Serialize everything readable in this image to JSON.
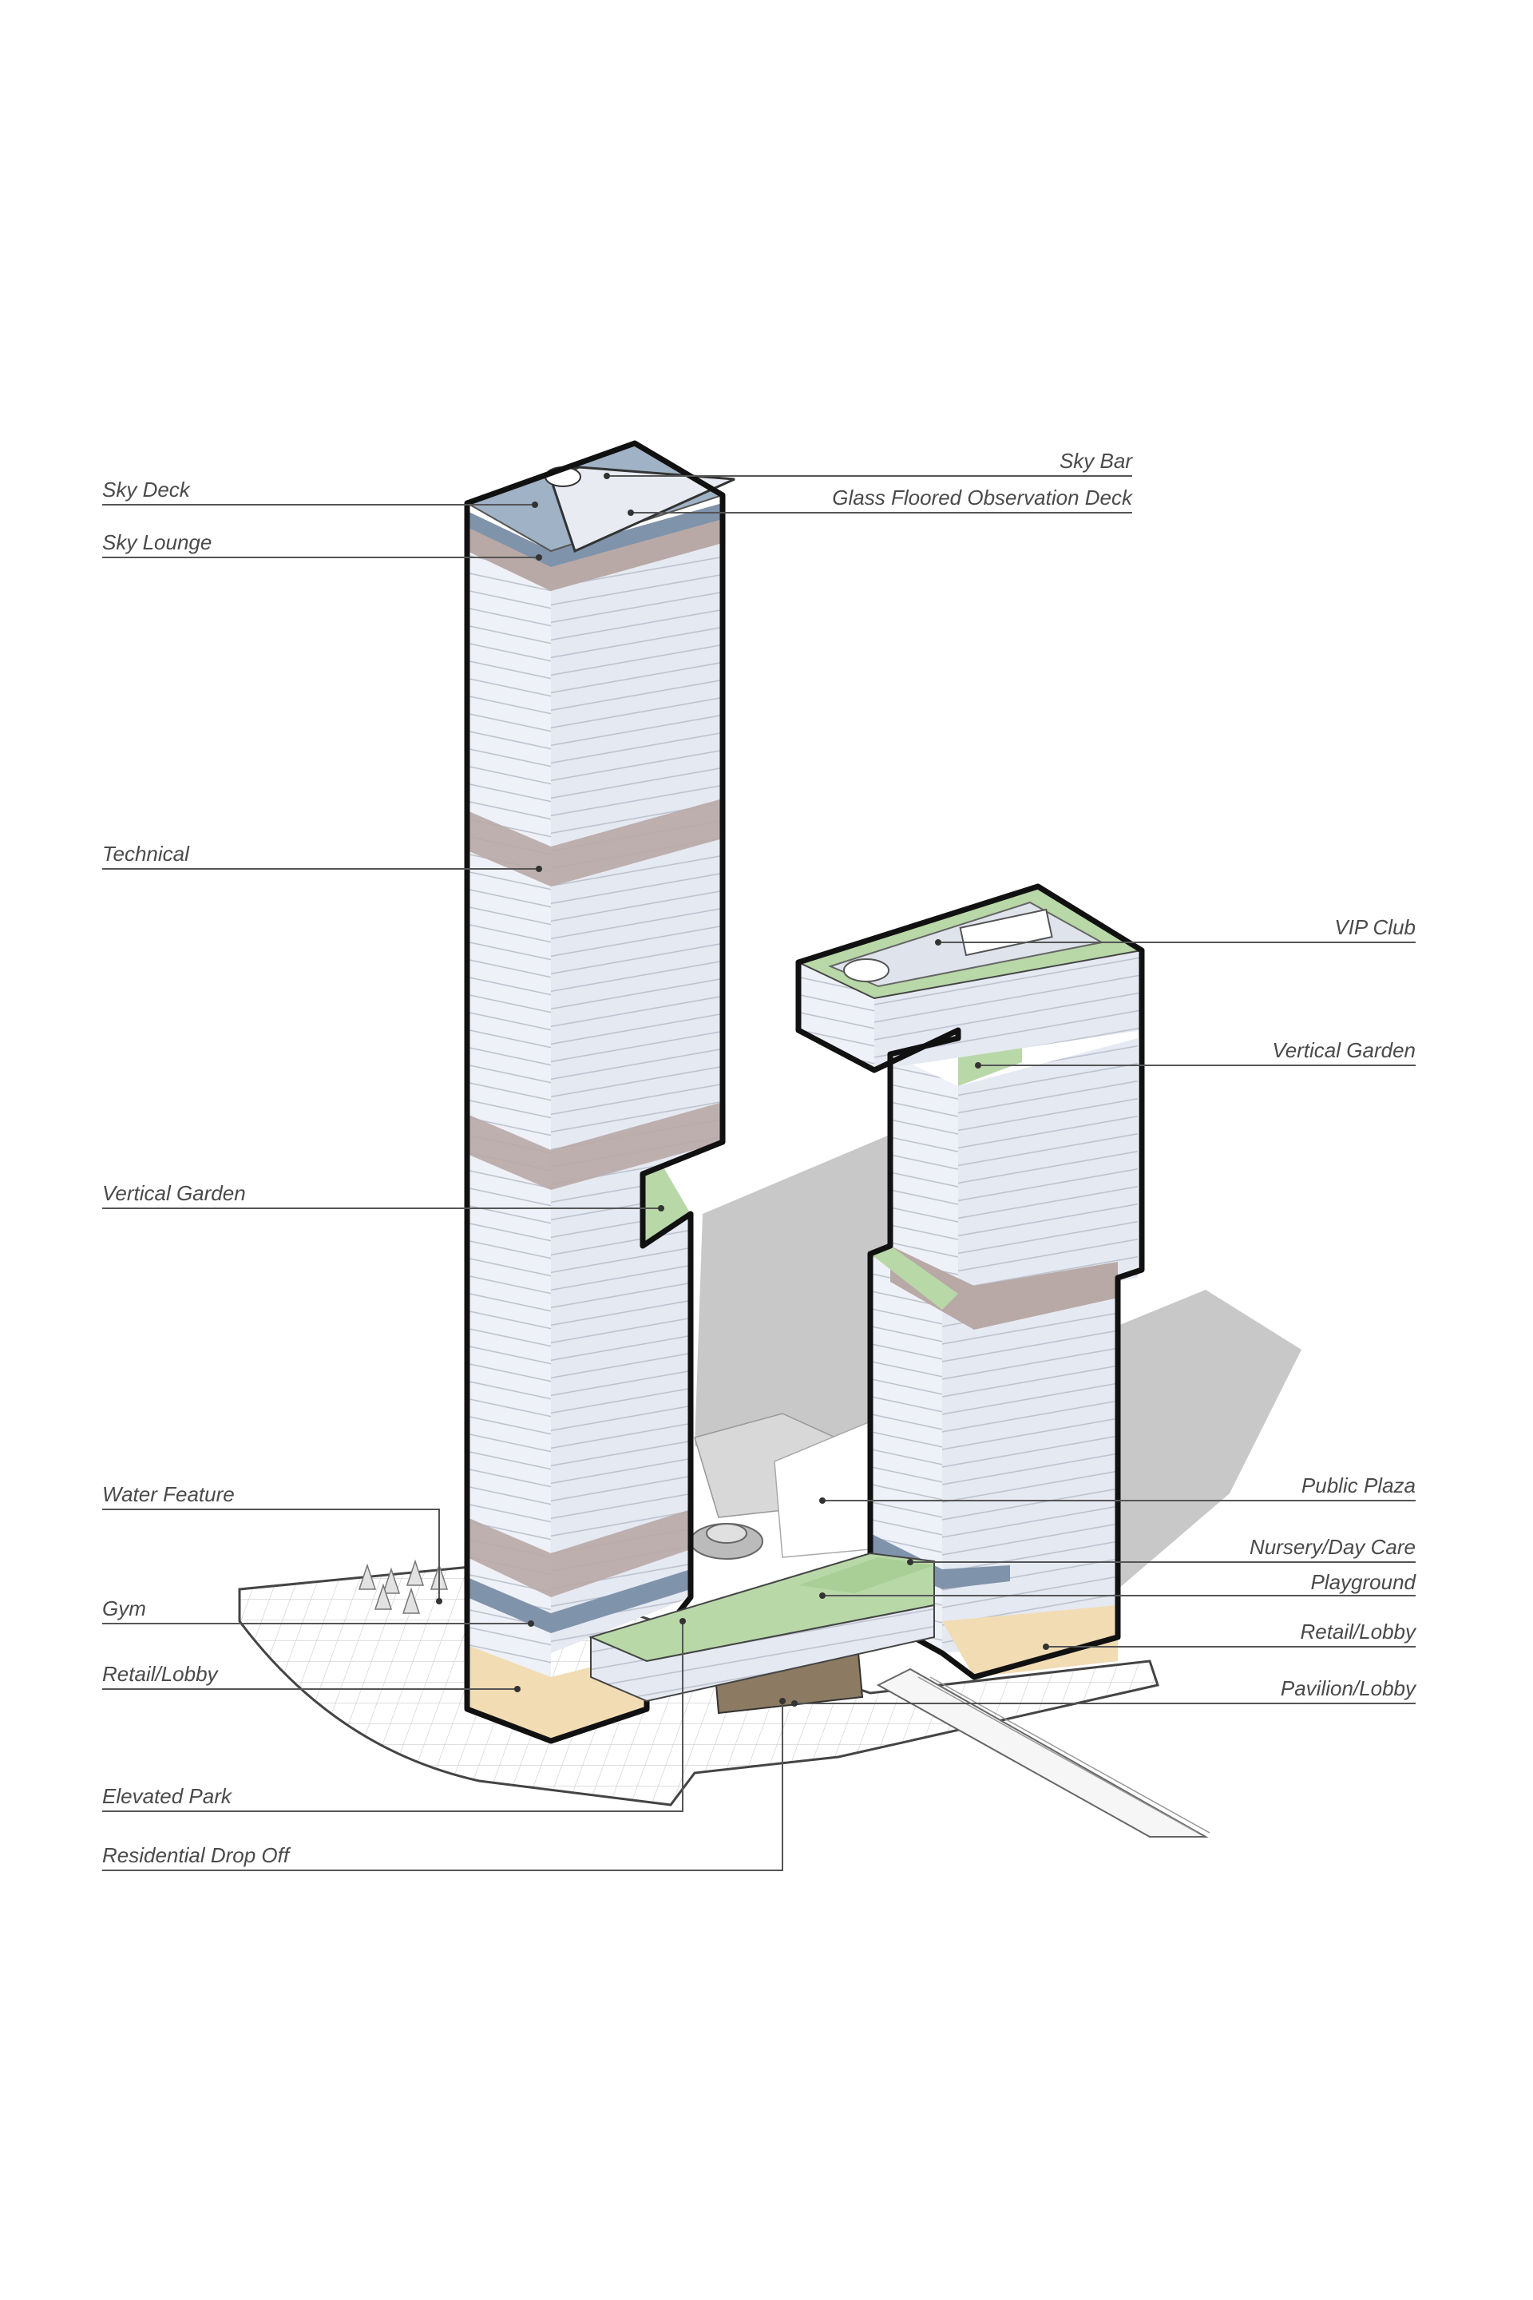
{
  "colors": {
    "facade_left": "#eef1f7",
    "facade_right": "#e5e9f2",
    "floor_line": "#b9bfcc",
    "mech_band": "#b8a9a6",
    "blue_band": "#7f93ab",
    "garden": "#b8d8a8",
    "retail": "#f2dcb4",
    "shadow": "#c8c8c8",
    "pavilion": "#8c7a62",
    "roof_glass": "#9fb2c6"
  },
  "labels": {
    "sky_deck": "Sky Deck",
    "sky_lounge": "Sky Lounge",
    "technical": "Technical",
    "vertical_garden_left": "Vertical Garden",
    "water_feature": "Water Feature",
    "gym": "Gym",
    "retail_lobby_left": "Retail/Lobby",
    "elevated_park": "Elevated Park",
    "residential_drop_off": "Residential Drop Off",
    "sky_bar": "Sky Bar",
    "glass_floored_observation_deck": "Glass Floored Observation Deck",
    "vip_club": "VIP Club",
    "vertical_garden_right": "Vertical Garden",
    "public_plaza": "Public Plaza",
    "nursery_day_care": "Nursery/Day Care",
    "playground": "Playground",
    "retail_lobby_right": "Retail/Lobby",
    "pavilion_lobby": "Pavilion/Lobby"
  }
}
